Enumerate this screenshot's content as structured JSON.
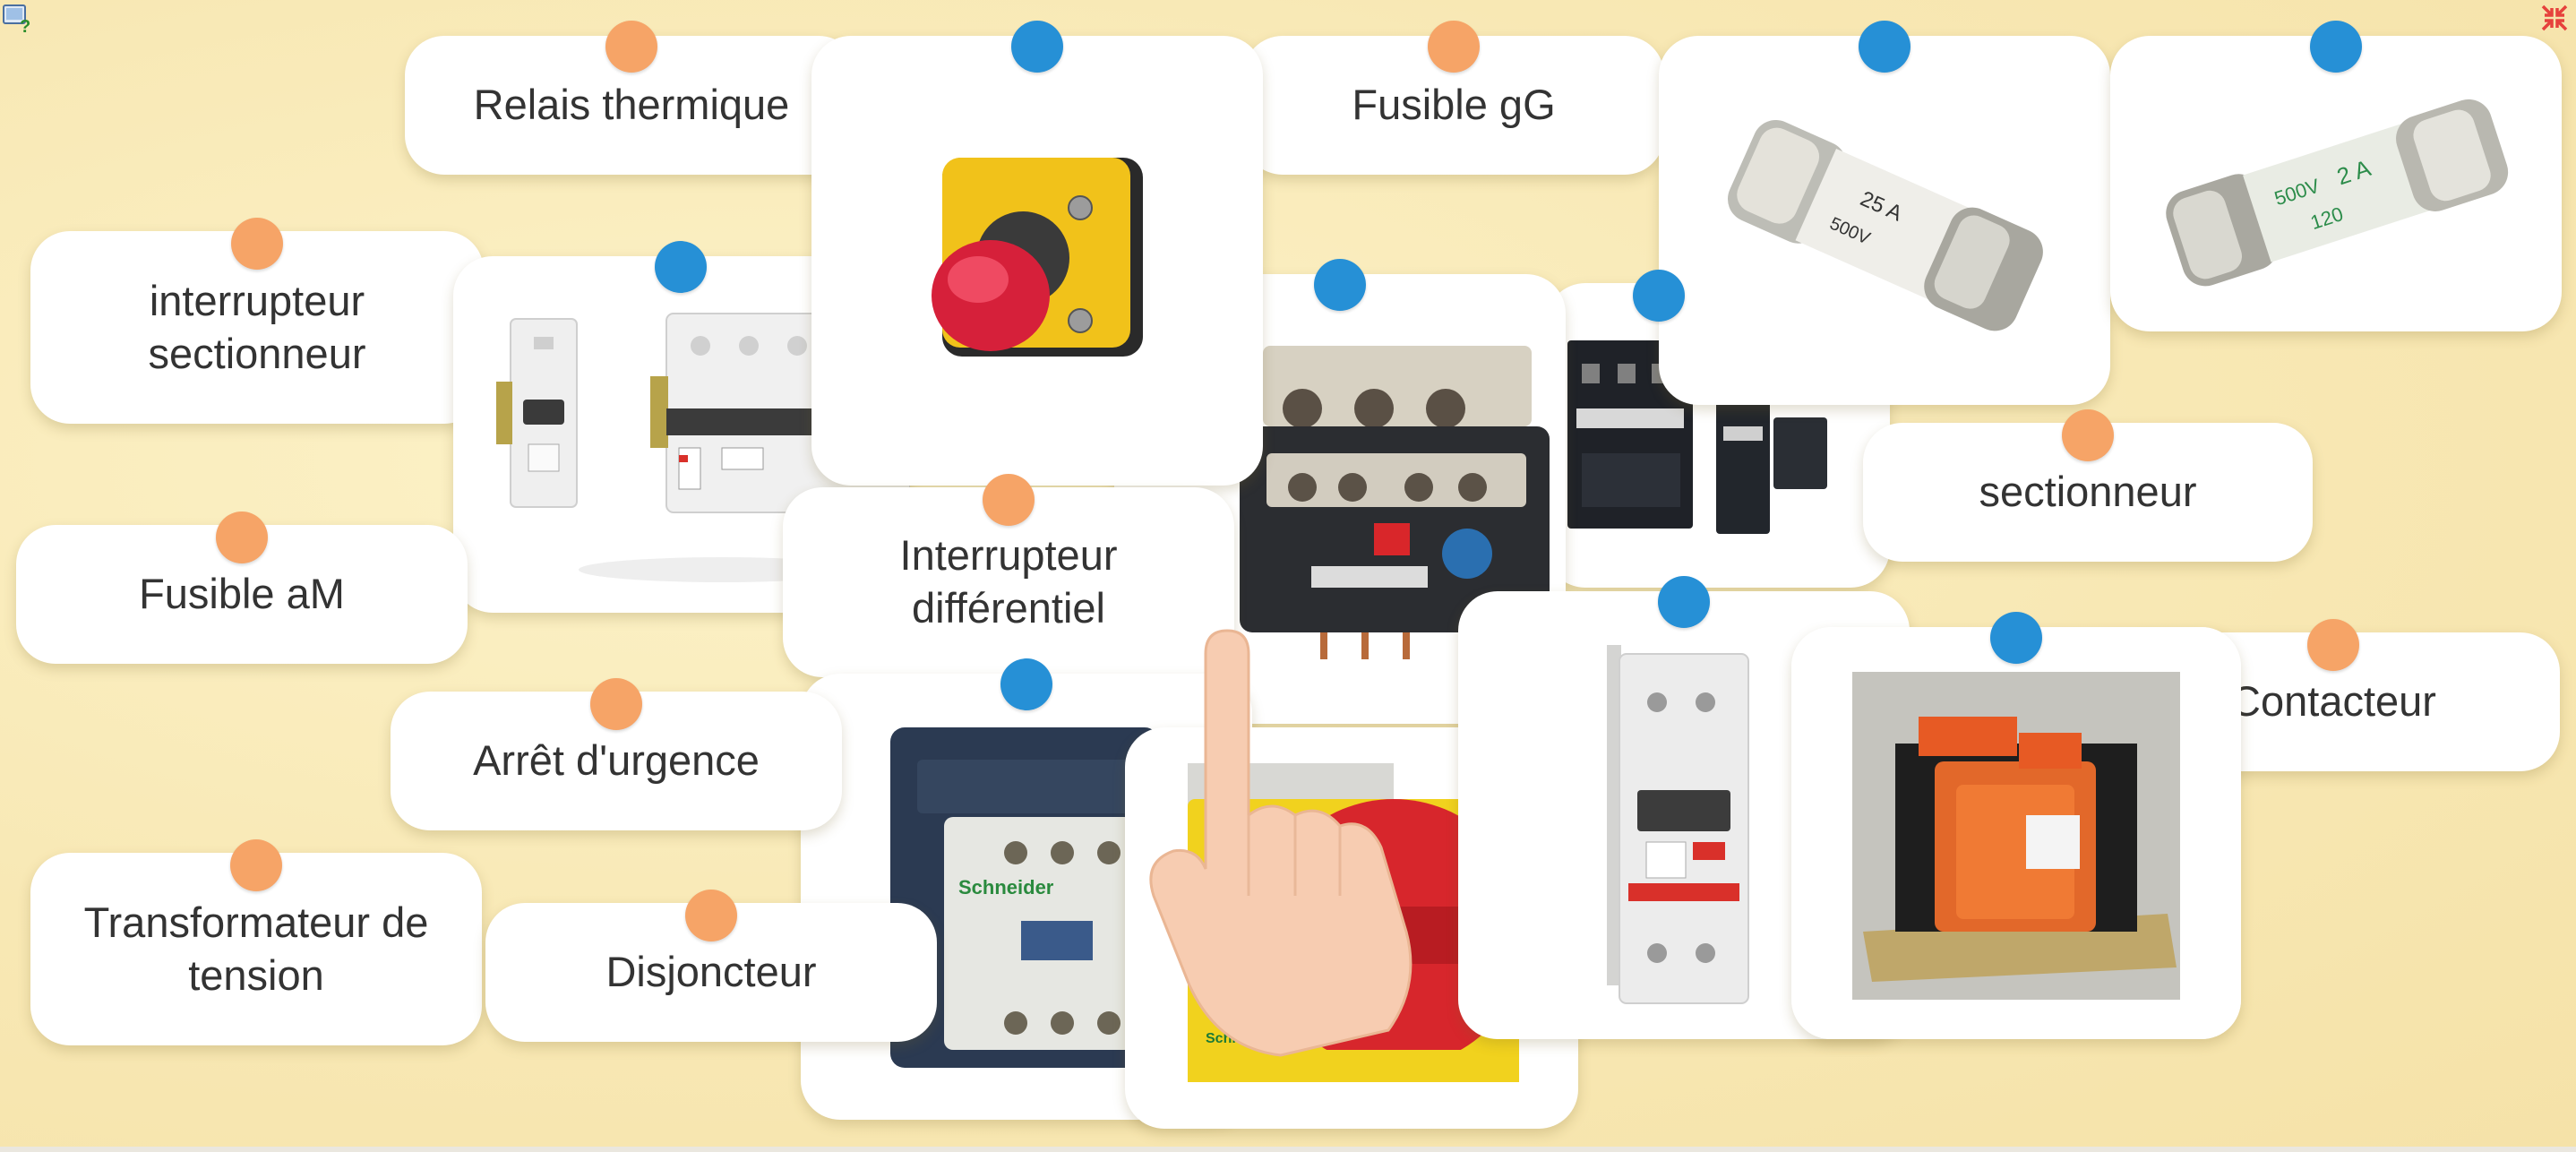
{
  "labels": {
    "relais_thermique": "Relais thermique",
    "fusible_gg": "Fusible gG",
    "interrupteur_sectionneur": "interrupteur sectionneur",
    "sectionneur": "sectionneur",
    "fusible_am": "Fusible aM",
    "interrupteur_differentiel": "Interrupteur différentiel",
    "contacteur": "Contacteur",
    "arret_urgence": "Arrêt d'urgence",
    "transformateur": "Transformateur de tension",
    "disjoncteur": "Disjoncteur"
  },
  "image_cards": {
    "circuit_breakers": "circuit-breakers-image",
    "emergency_stop": "emergency-stop-button-image",
    "thermal_relay": "thermal-relay-image",
    "contactor_blocks": "contactor-blocks-image",
    "cartridge_fuse_25a": "cartridge-fuse-25a-image",
    "cartridge_fuse_2a": "cartridge-fuse-2a-image",
    "contactor": "contactor-image",
    "isolator_switch": "isolator-switch-image",
    "differential_breaker": "differential-breaker-image",
    "transformer": "transformer-image"
  },
  "photo_text": {
    "fuse_25a": "25 A",
    "fuse_2a": "2 A",
    "fuse_2a_voltage": "500V",
    "fuse_120": "120",
    "fuse_25a_voltage": "500V",
    "contactor_brand": "Schneider",
    "isolator_brand": "Schneider"
  },
  "dot_colors": {
    "label": "#f6a467",
    "image": "#2690d6"
  },
  "icons": {
    "help": "help-icon",
    "fullscreen": "fullscreen-exit-icon",
    "hand": "pointer-hand-icon"
  }
}
